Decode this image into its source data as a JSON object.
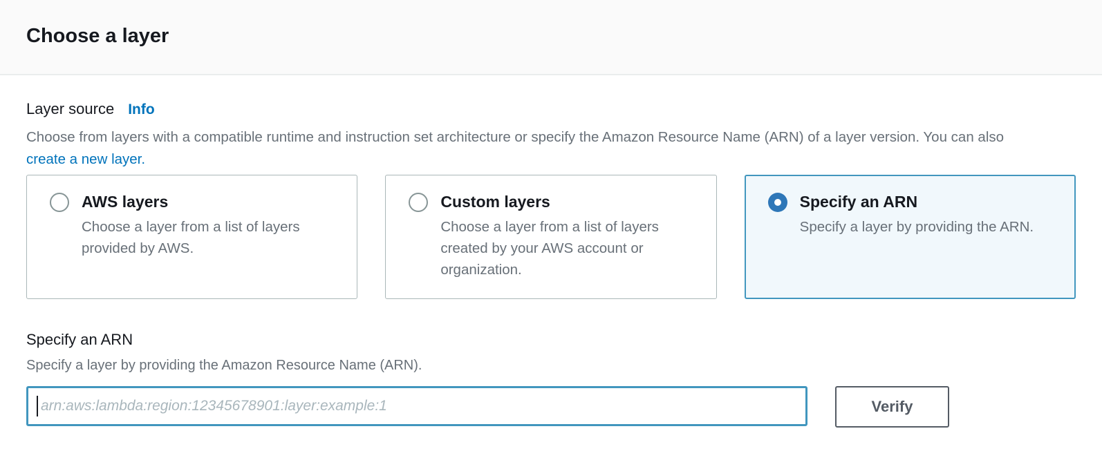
{
  "header": {
    "title": "Choose a layer"
  },
  "layer_source": {
    "label": "Layer source",
    "info_link": "Info",
    "description": "Choose from layers with a compatible runtime and instruction set architecture or specify the Amazon Resource Name (ARN) of a layer version. You can also",
    "description_link": "create a new layer."
  },
  "options": [
    {
      "id": "aws-layers",
      "title": "AWS layers",
      "description": "Choose a layer from a list of layers provided by AWS.",
      "selected": false
    },
    {
      "id": "custom-layers",
      "title": "Custom layers",
      "description": "Choose a layer from a list of layers created by your AWS account or organization.",
      "selected": false
    },
    {
      "id": "specify-arn",
      "title": "Specify an ARN",
      "description": "Specify a layer by providing the ARN.",
      "selected": true
    }
  ],
  "arn_section": {
    "heading": "Specify an ARN",
    "description": "Specify a layer by providing the Amazon Resource Name (ARN).",
    "input_value": "",
    "input_placeholder": "arn:aws:lambda:region:12345678901:layer:example:1",
    "verify_button": "Verify"
  },
  "colors": {
    "link_blue": "#0073bb",
    "radio_selected_blue": "#2e77b8",
    "selected_tile_border": "#4196be",
    "selected_tile_bg": "#f1f8fc",
    "tile_border_gray": "#aab7b8",
    "text_dark": "#16191f",
    "text_gray": "#687078",
    "header_bg": "#fafafa",
    "divider": "#eaeded",
    "button_gray": "#545b64"
  }
}
